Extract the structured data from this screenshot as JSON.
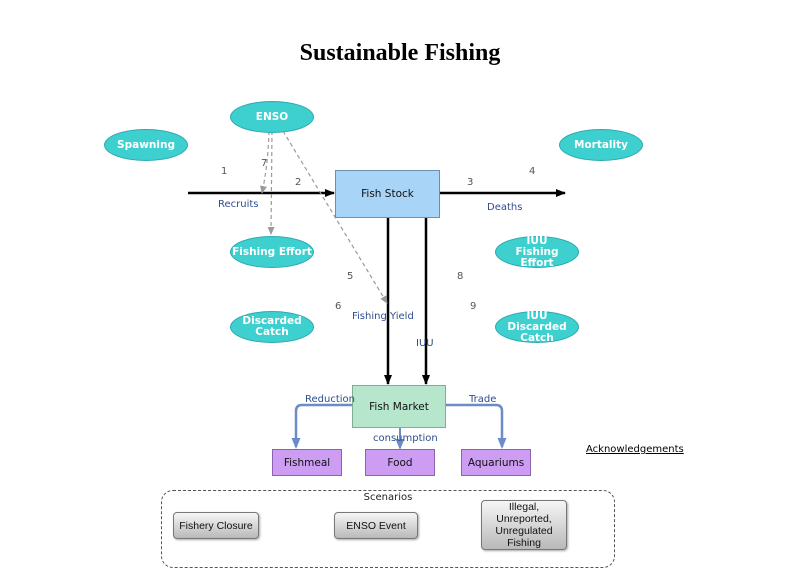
{
  "title": "Sustainable Fishing",
  "ellipses": {
    "enso": "ENSO",
    "spawning": "Spawning",
    "mortality": "Mortality",
    "fishing_effort": "Fishing Effort",
    "iuu_fishing_effort": "IUU Fishing Effort",
    "discarded_catch": "Discarded Catch",
    "iuu_discarded_catch": "IUU Discarded Catch"
  },
  "stocks": {
    "fish_stock": "Fish Stock",
    "fish_market": "Fish Market"
  },
  "products": {
    "fishmeal": "Fishmeal",
    "food": "Food",
    "aquariums": "Aquariums"
  },
  "flow_labels": {
    "recruits": "Recruits",
    "deaths": "Deaths",
    "fishing_yield": "Fishing Yield",
    "iuu": "IUU",
    "reduction": "Reduction",
    "consumption": "consumption",
    "trade": "Trade"
  },
  "numbers": [
    "1",
    "2",
    "3",
    "4",
    "5",
    "6",
    "7",
    "8",
    "9"
  ],
  "scenarios": {
    "title": "Scenarios",
    "fishery_closure": "Fishery Closure",
    "enso_event": "ENSO Event",
    "illegal_fishing": "Illegal, Unreported, Unregulated Fishing"
  },
  "acknowledgements": "Acknowledgements",
  "colors": {
    "ellipse_fill": "#3ecfcf",
    "stock_fill": "#a8d4f7",
    "market_fill": "#b6e6cc",
    "product_fill": "#cc9df2",
    "flow_label": "#2e4d8f",
    "market_arrow": "#6b8cc7"
  }
}
